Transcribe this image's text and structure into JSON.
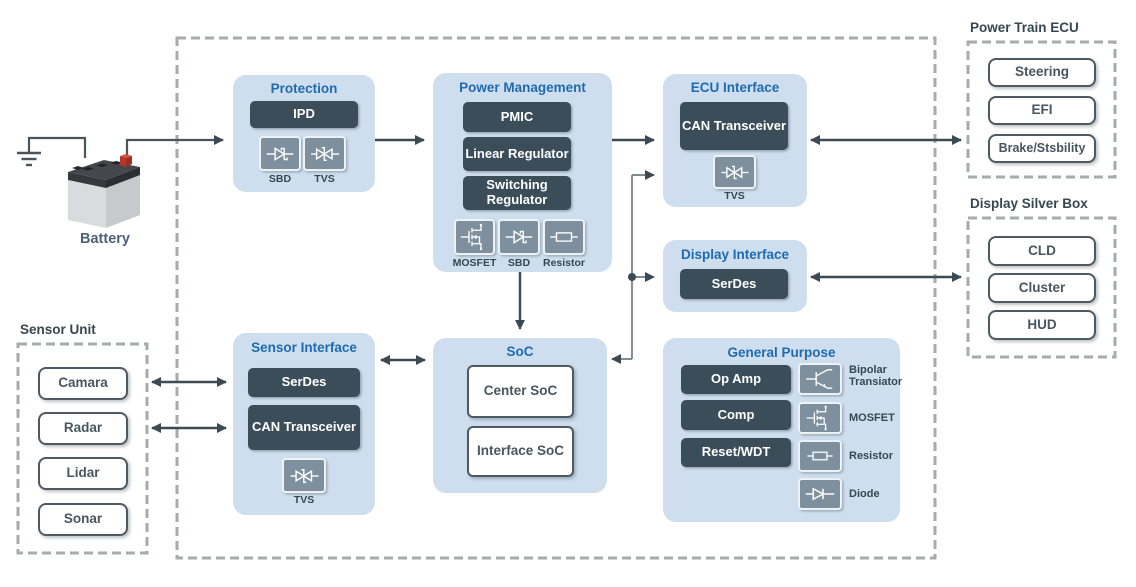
{
  "colors": {
    "panel_blue": "#cfdeee",
    "chip_dark": "#3b4d59",
    "icon_gray": "#7e909d",
    "title_blue": "#1e6bb0",
    "wire_dark": "#3c4a54",
    "wire_thin": "#6e7b83",
    "dashed_border": "#a6abae",
    "battery_terminal_red": "#c23b30"
  },
  "battery": {
    "label": "Battery"
  },
  "blocks": {
    "protection": {
      "title": "Protection",
      "buttons": [
        "IPD"
      ],
      "icon_labels": [
        "SBD",
        "TVS"
      ]
    },
    "power_management": {
      "title": "Power Management",
      "buttons": [
        "PMIC",
        "Linear Regulator",
        "Switching Regulator"
      ],
      "icon_labels": [
        "MOSFET",
        "SBD",
        "Resistor"
      ]
    },
    "ecu_interface": {
      "title": "ECU Interface",
      "buttons": [
        "CAN Transceiver"
      ],
      "icon_labels": [
        "TVS"
      ]
    },
    "display_interface": {
      "title": "Display Interface",
      "buttons": [
        "SerDes"
      ]
    },
    "soc": {
      "title": "SoC",
      "items": [
        "Center SoC",
        "Interface SoC"
      ]
    },
    "sensor_interface": {
      "title": "Sensor Interface",
      "buttons": [
        "SerDes",
        "CAN Transceiver"
      ],
      "icon_labels": [
        "TVS"
      ]
    },
    "general_purpose": {
      "title": "General Purpose",
      "buttons": [
        "Op Amp",
        "Comp",
        "Reset/WDT"
      ],
      "icon_labels": [
        "Bipolar Transiator",
        "MOSFET",
        "Resistor",
        "Diode"
      ]
    }
  },
  "external_units": {
    "power_train_ecu": {
      "title": "Power Train ECU",
      "items": [
        "Steering",
        "EFI",
        "Brake/Stsbility"
      ]
    },
    "display_silver_box": {
      "title": "Display Silver Box",
      "items": [
        "CLD",
        "Cluster",
        "HUD"
      ]
    },
    "sensor_unit": {
      "title": "Sensor Unit",
      "items": [
        "Camara",
        "Radar",
        "Lidar",
        "Sonar"
      ]
    }
  }
}
